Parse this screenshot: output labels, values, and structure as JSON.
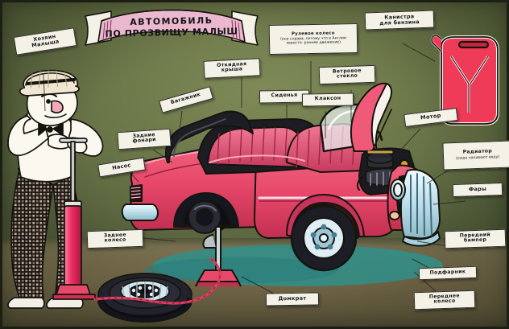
{
  "illustration": {
    "title_banner": {
      "line1": "АВТОМОБИЛЬ",
      "line2": "ПО ПРОЗВИЩУ МАЛЫШ",
      "ribbon_color": "#eab9cf",
      "ribbon_edge_color": "#f2f0e4"
    },
    "background": {
      "sky_color": "#6e7a4a",
      "ground_color": "#7b7151",
      "shadow_color": "#2f8f8a"
    },
    "palette": {
      "car_body": "#e8486a",
      "car_body_dark": "#b32a4c",
      "chrome": "#cfe7ef",
      "tire_black": "#1d1d26",
      "tag_paper": "#f4f1e6",
      "ink": "#16181a",
      "canister_red": "#ef3b57"
    }
  },
  "labels": [
    {
      "id": "owner",
      "text": "Хозяин\nМалыша",
      "note": ""
    },
    {
      "id": "steering",
      "text": "Рулевое колесо",
      "note": "(оно справа, потому что в Англии левосто- роннее движение)"
    },
    {
      "id": "canister",
      "text": "Канистра\nдля бензина",
      "note": ""
    },
    {
      "id": "folding_roof",
      "text": "Откидная\nкрыша",
      "note": ""
    },
    {
      "id": "trunk",
      "text": "Багажник",
      "note": ""
    },
    {
      "id": "seats",
      "text": "Сиденья",
      "note": ""
    },
    {
      "id": "horn",
      "text": "Клаксон",
      "note": ""
    },
    {
      "id": "windshield",
      "text": "Ветровое\nстекло",
      "note": ""
    },
    {
      "id": "motor",
      "text": "Мотор",
      "note": ""
    },
    {
      "id": "radiator",
      "text": "Радиатор",
      "note": "(сюда наливают воду)"
    },
    {
      "id": "headlights",
      "text": "Фары",
      "note": ""
    },
    {
      "id": "rear_lights",
      "text": "Задние\nфонари",
      "note": ""
    },
    {
      "id": "pump",
      "text": "Насос",
      "note": ""
    },
    {
      "id": "rear_wheel",
      "text": "Заднее\nколесо",
      "note": ""
    },
    {
      "id": "jack",
      "text": "Домкрат",
      "note": ""
    },
    {
      "id": "front_bumper",
      "text": "Передний\nбампер",
      "note": ""
    },
    {
      "id": "sidelight",
      "text": "Подфарник",
      "note": ""
    },
    {
      "id": "front_wheel",
      "text": "Переднее\nколесо",
      "note": ""
    }
  ],
  "objects": {
    "man": "Хозяин Малыша — мужчина в соломенной шляпе, белой рубашке с бабочкой и клетчатых брюках, опирающийся на насос",
    "car": "Розовый кабриолет с откинутой крышей, поднятым капотом и снятым задним колесом, стоящий на домкрате",
    "canister": "Красная канистра для бензина",
    "spare_tire": "Снятое заднее колесо, лежащее на земле",
    "jack_object": "Домкрат под задней частью автомобиля"
  }
}
